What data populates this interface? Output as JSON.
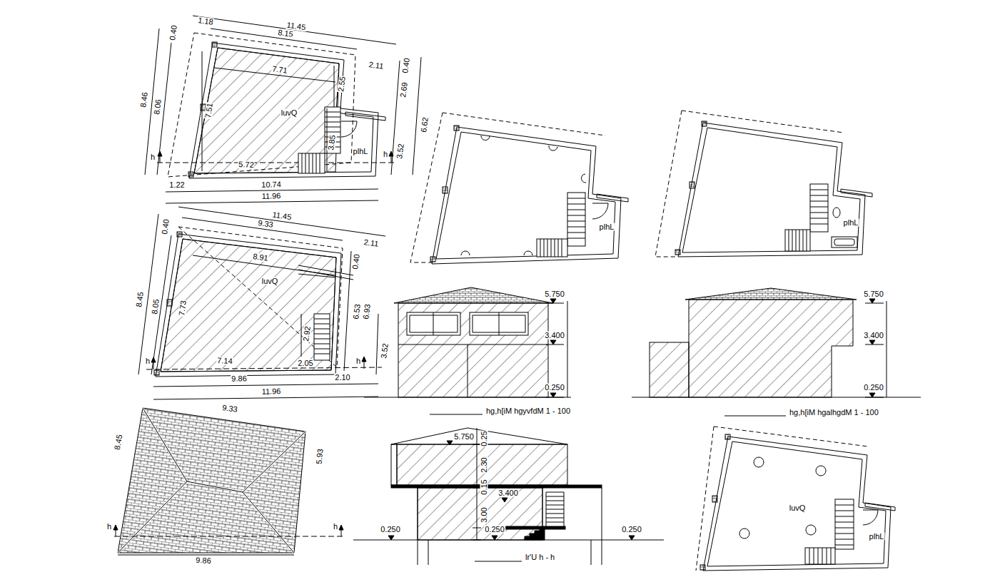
{
  "diagram": {
    "labels": [
      "1.18",
      "11.45",
      "0.40",
      "8.15",
      "2.11",
      "0.40",
      "7.71",
      "2.55",
      "2.69",
      "8.46",
      "8.06",
      "7.51",
      "luvQ",
      "6.62",
      "3.85",
      "plhL",
      "h",
      "h",
      "3.52",
      "5.72",
      "1.22",
      "10.74",
      "11.96",
      "11.45",
      "0.40",
      "9.33",
      "2.11",
      "8.91",
      "0.40",
      "luvQ",
      "8.45",
      "8.05",
      "7.73",
      "6.53",
      "6.93",
      "2.92",
      "h",
      "h",
      "3.52",
      "7.14",
      "2.05",
      "9.86",
      "2.10",
      "11.96",
      "plhL",
      "plhL",
      "5.750",
      "3.400",
      "0.250",
      "hg,h[iM hgyvfdM 1 - 100",
      "5.750",
      "3.400",
      "0.250",
      "hg,h[iM hgalhgdM 1 - 100",
      "9.33",
      "8.45",
      "5.93",
      "h",
      "h",
      "9.86",
      "5.750",
      "3.400",
      "3.00",
      "0.15",
      "2.30",
      "0.25",
      "0.250",
      "0.250",
      "0.250",
      "lr'U h - h",
      "luvQ",
      "plhL"
    ]
  }
}
